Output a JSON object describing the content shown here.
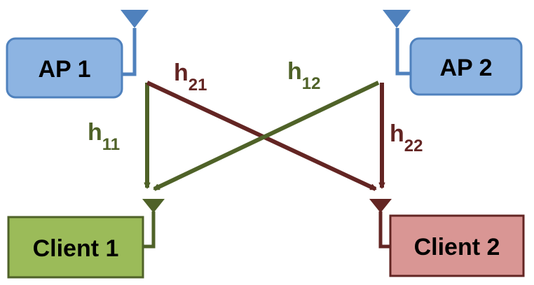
{
  "nodes": {
    "ap1": {
      "label": "AP 1",
      "fill": "#8DB4E2",
      "stroke": "#4F81BD"
    },
    "ap2": {
      "label": "AP 2",
      "fill": "#8DB4E2",
      "stroke": "#4F81BD"
    },
    "client1": {
      "label": "Client 1",
      "fill": "#9BBB59",
      "stroke": "#4F6228"
    },
    "client2": {
      "label": "Client 2",
      "fill": "#D99694",
      "stroke": "#632523"
    }
  },
  "channels": {
    "h11": {
      "base": "h",
      "sub": "11",
      "color": "#4F6228"
    },
    "h12": {
      "base": "h",
      "sub": "12",
      "color": "#4F6228"
    },
    "h21": {
      "base": "h",
      "sub": "21",
      "color": "#632523"
    },
    "h22": {
      "base": "h",
      "sub": "22",
      "color": "#632523"
    }
  },
  "antenna_colors": {
    "ap": "#4F81BD",
    "client1": "#4F6228",
    "client2": "#632523"
  }
}
